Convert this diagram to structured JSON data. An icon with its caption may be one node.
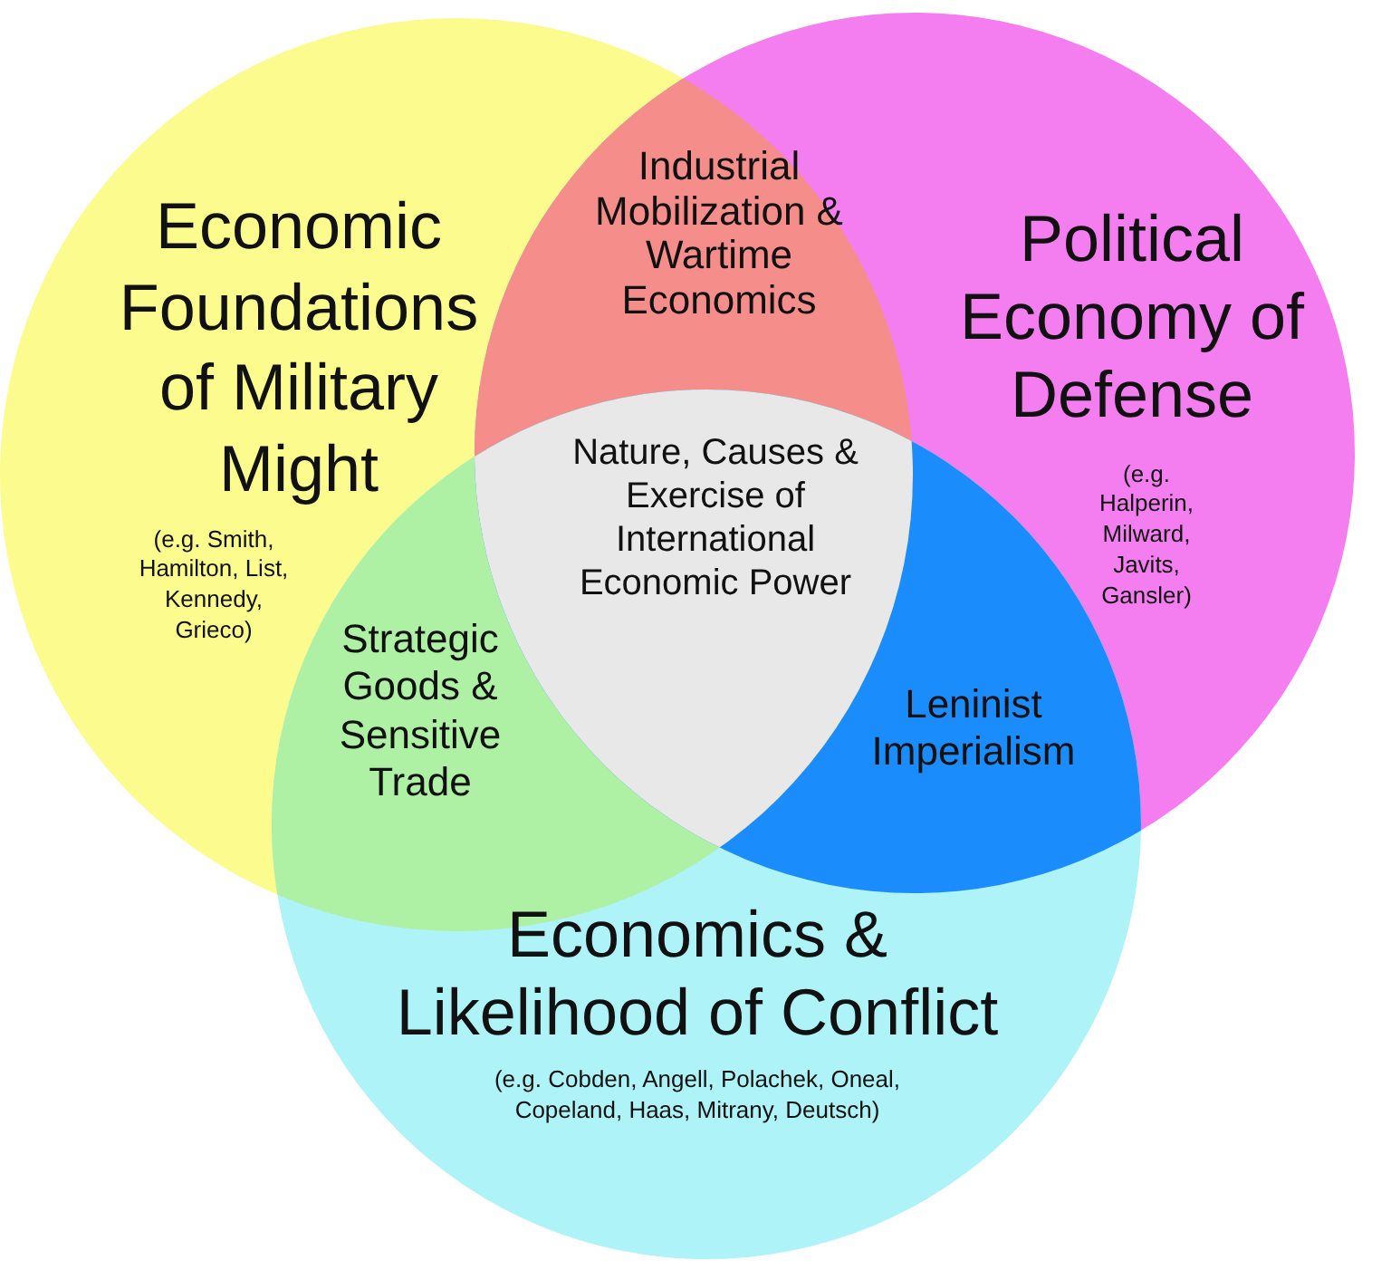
{
  "diagram": {
    "nodes": [
      {
        "text": [
          "Economic Foundations of Military Might",
          "(e.g. Smith, Hamilton, List, Kennedy, Grieco)"
        ]
      },
      {
        "text": [
          "Industrial Mobilization & Wartime Economics"
        ]
      },
      {
        "text": [
          "Political Economy of Defense",
          "(e.g. Halperin, Milward, Javits, Gansler)"
        ]
      },
      {
        "text": [
          "Nature, Causes & Exercise of International Economic Power"
        ]
      },
      {
        "text": [
          "Strategic Goods & Sensitive Trade"
        ]
      },
      {
        "text": [
          "Leninist Imperialism"
        ]
      },
      {
        "text": [
          "Economics & Likelihood of Conflict",
          "(e.g. Cobden, Angell, Polachek, Oneal, Copeland, Haas, Mitrany, Deutsch)"
        ]
      }
    ]
  }
}
